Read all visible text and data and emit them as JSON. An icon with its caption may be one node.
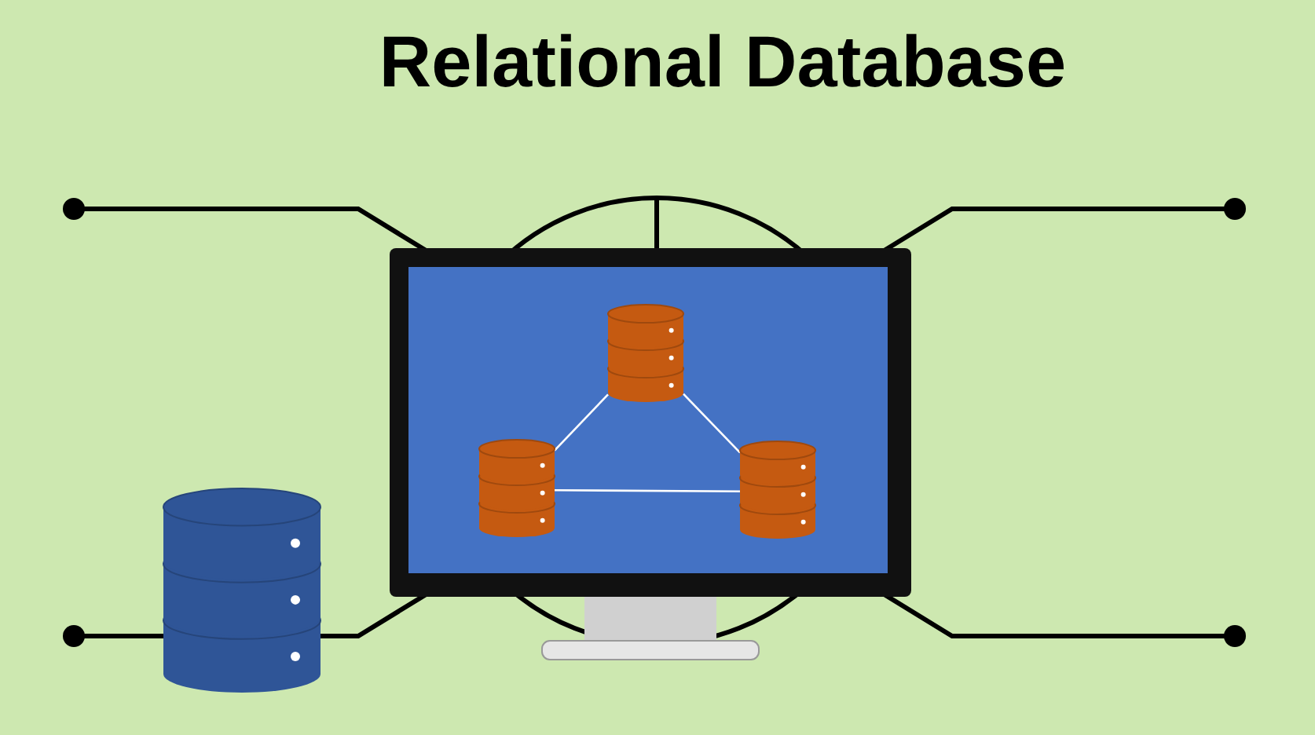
{
  "diagram": {
    "title": "Relational Database",
    "nodes": [
      {
        "text": [],
        "shape": "picture"
      },
      {
        "text": [],
        "shape": "cylinder",
        "in": 0
      },
      {
        "text": [],
        "shape": "cylinder",
        "in": 0
      },
      {
        "text": [],
        "shape": "cylinder",
        "in": 0
      },
      {
        "text": [],
        "shape": "cylinder"
      }
    ],
    "edges": [
      {
        "from": 1,
        "to": 2,
        "arrow": "none"
      },
      {
        "from": 1,
        "to": 3,
        "arrow": "none"
      },
      {
        "from": 2,
        "to": 3,
        "arrow": "none"
      }
    ]
  }
}
